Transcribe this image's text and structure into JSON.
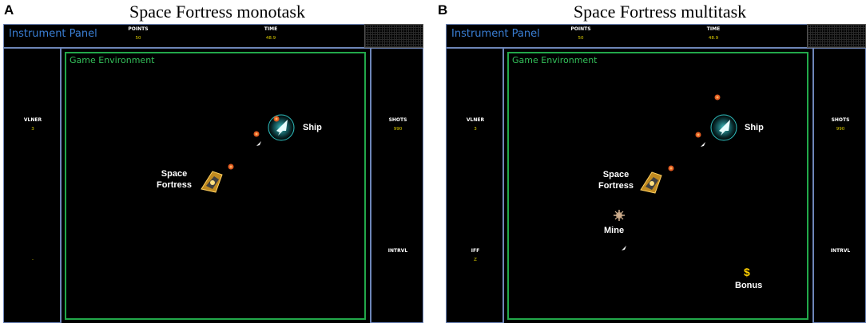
{
  "panels": [
    {
      "letter": "A",
      "title": "Space Fortress monotask",
      "instrument_panel_label": "Instrument Panel",
      "points": {
        "label": "POINTS",
        "value": "50"
      },
      "time": {
        "label": "TIME",
        "value": "48.9"
      },
      "vlner": {
        "label": "VLNER",
        "value": "3"
      },
      "shots": {
        "label": "SHOTS",
        "value": "990"
      },
      "intrvl": {
        "label": "INTRVL",
        "value": ""
      },
      "iff": {
        "label": "",
        "value": "-"
      },
      "game_environment_label": "Game Environment",
      "ship_label": "Ship",
      "fortress_label_line1": "Space",
      "fortress_label_line2": "Fortress"
    },
    {
      "letter": "B",
      "title": "Space Fortress multitask",
      "instrument_panel_label": "Instrument Panel",
      "points": {
        "label": "POINTS",
        "value": "50"
      },
      "time": {
        "label": "TIME",
        "value": "48.9"
      },
      "vlner": {
        "label": "VLNER",
        "value": "3"
      },
      "shots": {
        "label": "SHOTS",
        "value": "990"
      },
      "intrvl": {
        "label": "INTRVL",
        "value": ""
      },
      "iff": {
        "label": "IFF",
        "value": "Z"
      },
      "game_environment_label": "Game Environment",
      "ship_label": "Ship",
      "fortress_label_line1": "Space",
      "fortress_label_line2": "Fortress",
      "mine_label": "Mine",
      "bonus_symbol": "$",
      "bonus_label": "Bonus"
    }
  ],
  "colors": {
    "instrument_text": "#3a7fd5",
    "environment_border": "#22a84a",
    "value_text": "#e0d000",
    "bonus": "#ffd000"
  }
}
